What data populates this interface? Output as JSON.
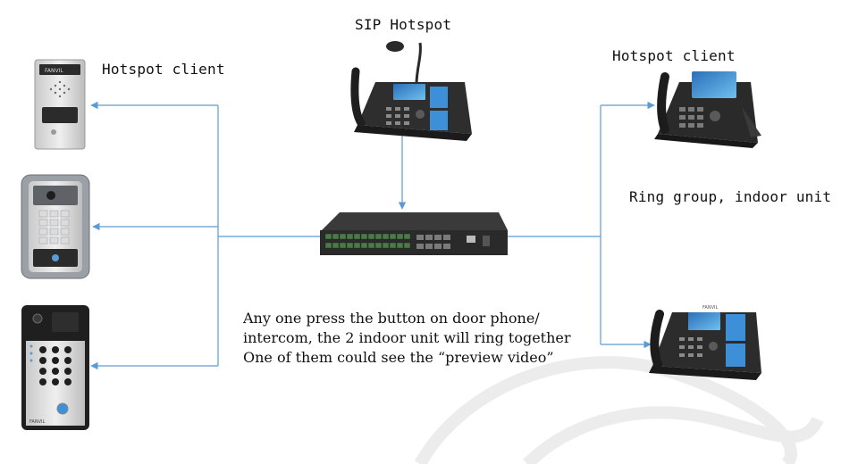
{
  "diagram": {
    "labels": {
      "top": "SIP Hotspot",
      "left": "Hotspot client",
      "right": "Hotspot client",
      "ring_group": "Ring group, indoor unit"
    },
    "note_lines": [
      "Any one press the button on door phone/",
      "intercom, the 2 indoor unit will ring together",
      "One of them could see the “preview video”"
    ],
    "devices": {
      "door_phone_1_brand": "FANVIL",
      "door_phone_3_brand": "FANVIL",
      "indoor_unit_brand": "FANVIL"
    },
    "colors": {
      "connector": "#5b9bd5",
      "device_dark": "#2a2a2a",
      "device_panel": "#d8d8d8",
      "screen": "#3d8fd8"
    }
  }
}
